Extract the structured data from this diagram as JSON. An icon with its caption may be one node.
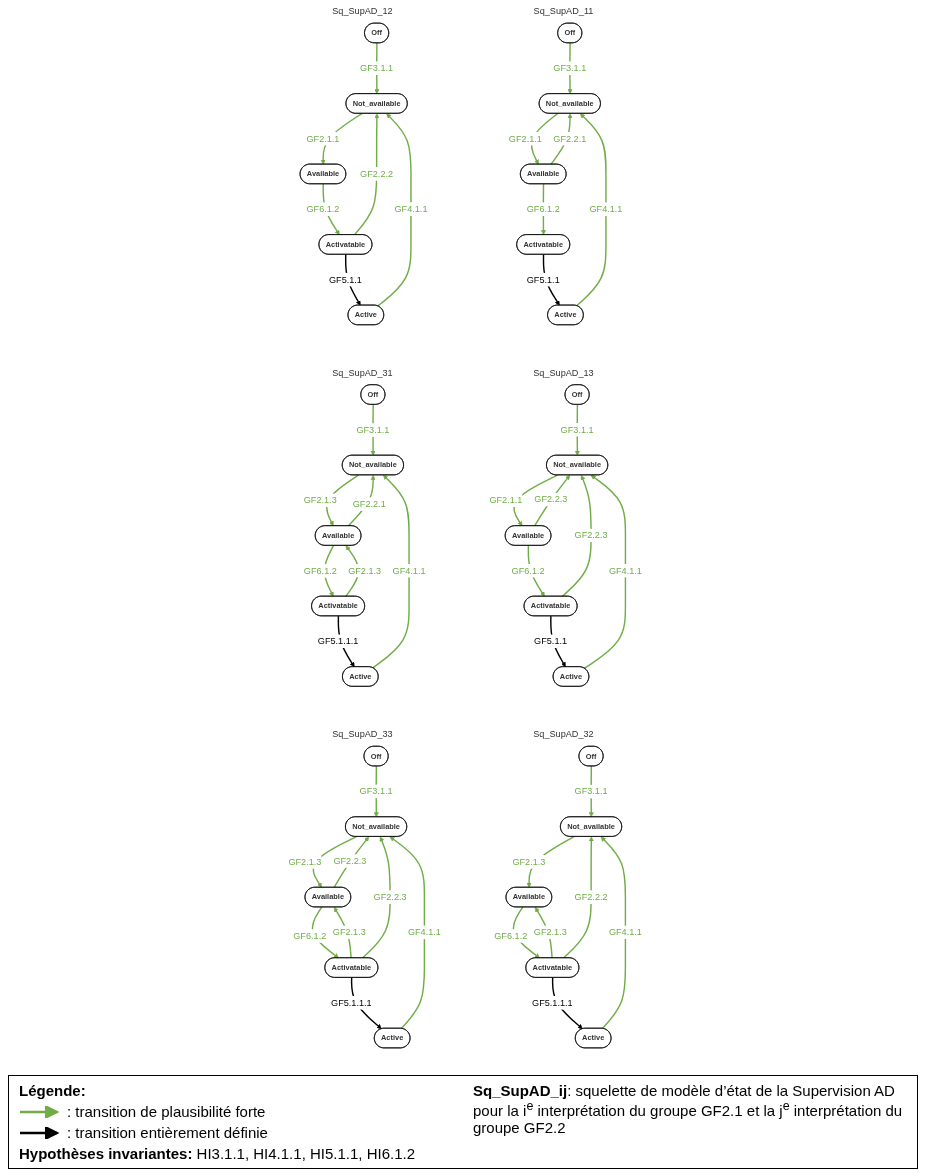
{
  "diagram": {
    "nodes": [
      {
        "text": [
          "Off"
        ]
      },
      {
        "text": [
          "Not_available"
        ]
      },
      {
        "text": [
          "Available"
        ]
      },
      {
        "text": [
          "Active"
        ]
      },
      {
        "text": [
          "Activatable"
        ]
      },
      {
        "text": [
          "Off"
        ]
      },
      {
        "text": [
          "Not_available"
        ]
      },
      {
        "text": [
          "Available"
        ]
      },
      {
        "text": [
          "Active"
        ]
      },
      {
        "text": [
          "Activatable"
        ]
      },
      {
        "text": [
          "Off"
        ]
      },
      {
        "text": [
          "Not_available"
        ]
      },
      {
        "text": [
          "Available"
        ]
      },
      {
        "text": [
          "Active"
        ]
      },
      {
        "text": [
          "Activatable"
        ]
      },
      {
        "text": [
          "Off"
        ]
      },
      {
        "text": [
          "Not_available"
        ]
      },
      {
        "text": [
          "Available"
        ]
      },
      {
        "text": [
          "Active"
        ]
      },
      {
        "text": [
          "Activatable"
        ]
      },
      {
        "text": [
          "Off"
        ]
      },
      {
        "text": [
          "Not_available"
        ]
      },
      {
        "text": [
          "Available"
        ]
      },
      {
        "text": [
          "Active"
        ]
      },
      {
        "text": [
          "Activatable"
        ]
      },
      {
        "text": [
          "Off"
        ]
      },
      {
        "text": [
          "Not_available"
        ]
      },
      {
        "text": [
          "Available"
        ]
      },
      {
        "text": [
          "Active"
        ]
      },
      {
        "text": [
          "Activatable"
        ]
      }
    ],
    "edges": [
      {
        "from": 0,
        "to": 1,
        "arrow": "to",
        "label": "GF3.1.1"
      },
      {
        "from": 1,
        "to": 2,
        "arrow": "to",
        "label": "GF2.1.1"
      },
      {
        "from": 2,
        "to": 1,
        "arrow": "to",
        "label": "GF2.2.1"
      },
      {
        "from": 2,
        "to": 4,
        "arrow": "to",
        "label": "GF6.1.2"
      },
      {
        "from": 4,
        "to": 3,
        "arrow": "to",
        "label": "GF5.1.1",
        "color": "#000000"
      },
      {
        "from": 3,
        "to": 1,
        "arrow": "to",
        "label": "GF4.1.1"
      },
      {
        "from": 5,
        "to": 6,
        "arrow": "to",
        "label": "GF3.1.1"
      },
      {
        "from": 6,
        "to": 7,
        "arrow": "to",
        "label": "GF2.1.1"
      },
      {
        "from": 7,
        "to": 9,
        "arrow": "to",
        "label": "GF6.1.2"
      },
      {
        "from": 9,
        "to": 6,
        "arrow": "to",
        "label": "GF2.2.2"
      },
      {
        "from": 9,
        "to": 8,
        "arrow": "to",
        "label": "GF5.1.1",
        "color": "#000000"
      },
      {
        "from": 8,
        "to": 6,
        "arrow": "to",
        "label": "GF4.1.1"
      },
      {
        "from": 10,
        "to": 11,
        "arrow": "to",
        "label": "GF3.1.1"
      },
      {
        "from": 11,
        "to": 12,
        "arrow": "to",
        "label": "GF2.1.1"
      },
      {
        "from": 12,
        "to": 11,
        "arrow": "to",
        "label": "GF2.2.3"
      },
      {
        "from": 12,
        "to": 14,
        "arrow": "to",
        "label": "GF6.1.2"
      },
      {
        "from": 14,
        "to": 11,
        "arrow": "to",
        "label": "GF2.2.3"
      },
      {
        "from": 14,
        "to": 13,
        "arrow": "to",
        "label": "GF5.1.1",
        "color": "#000000"
      },
      {
        "from": 13,
        "to": 11,
        "arrow": "to",
        "label": "GF4.1.1"
      },
      {
        "from": 15,
        "to": 16,
        "arrow": "to",
        "label": "GF3.1.1"
      },
      {
        "from": 16,
        "to": 17,
        "arrow": "to",
        "label": "GF2.1.3"
      },
      {
        "from": 17,
        "to": 16,
        "arrow": "to",
        "label": "GF2.2.1"
      },
      {
        "from": 17,
        "to": 19,
        "arrow": "to",
        "label": "GF6.1.2"
      },
      {
        "from": 19,
        "to": 17,
        "arrow": "to",
        "label": "GF2.1.3"
      },
      {
        "from": 19,
        "to": 18,
        "arrow": "to",
        "label": "GF5.1.1.1",
        "color": "#000000"
      },
      {
        "from": 18,
        "to": 16,
        "arrow": "to",
        "label": "GF4.1.1"
      },
      {
        "from": 20,
        "to": 21,
        "arrow": "to",
        "label": "GF3.1.1"
      },
      {
        "from": 21,
        "to": 22,
        "arrow": "to",
        "label": "GF2.1.3"
      },
      {
        "from": 22,
        "to": 24,
        "arrow": "to",
        "label": "GF6.1.2"
      },
      {
        "from": 24,
        "to": 22,
        "arrow": "to",
        "label": "GF2.1.3"
      },
      {
        "from": 24,
        "to": 21,
        "arrow": "to",
        "label": "GF2.2.2"
      },
      {
        "from": 24,
        "to": 23,
        "arrow": "to",
        "label": "GF5.1.1.1",
        "color": "#000000"
      },
      {
        "from": 23,
        "to": 21,
        "arrow": "to",
        "label": "GF4.1.1"
      },
      {
        "from": 25,
        "to": 26,
        "arrow": "to",
        "label": "GF3.1.1"
      },
      {
        "from": 26,
        "to": 27,
        "arrow": "to",
        "label": "GF2.1.3"
      },
      {
        "from": 27,
        "to": 26,
        "arrow": "to",
        "label": "GF2.2.3"
      },
      {
        "from": 27,
        "to": 29,
        "arrow": "to",
        "label": "GF6.1.2"
      },
      {
        "from": 29,
        "to": 27,
        "arrow": "to",
        "label": "GF2.1.3"
      },
      {
        "from": 29,
        "to": 26,
        "arrow": "to",
        "label": "GF2.2.3"
      },
      {
        "from": 29,
        "to": 28,
        "arrow": "to",
        "label": "GF5.1.1.1",
        "color": "#000000"
      },
      {
        "from": 28,
        "to": 26,
        "arrow": "to",
        "label": "GF4.1.1"
      }
    ],
    "labels": [
      "Sq_SupAD_11",
      "Sq_SupAD_12",
      "Sq_SupAD_13",
      "Sq_SupAD_31",
      "Sq_SupAD_32",
      "Sq_SupAD_33",
      "Légende:",
      "**Sq_SupAD_ij**: squelette de modèle d’état de la Supervision AD pour la i$^{e}$ interprétation du groupe GF2.1 et la j$^{e}$ interprétation du groupe GF2.2",
      "**Hypothèses invariantes:** HI3.1.1, HI4.1.1,  HI5.1.1, HI6.1.2"
    ],
    "legend": [
      {
        "text": ": transition de plausibilité forte"
      },
      {
        "text": ": transition entièrement définie"
      }
    ]
  }
}
